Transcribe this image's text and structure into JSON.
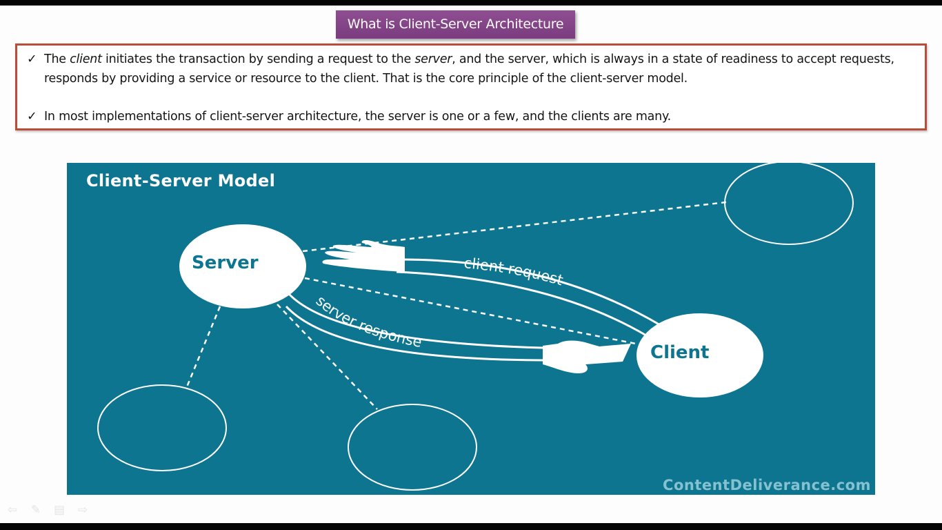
{
  "slide": {
    "title": "What is Client-Server Architecture",
    "bullets": [
      {
        "check": "✓",
        "parts": [
          {
            "text": "The ",
            "italic": false
          },
          {
            "text": "client",
            "italic": true
          },
          {
            "text": " initiates the transaction by sending a request to the ",
            "italic": false
          },
          {
            "text": "server",
            "italic": true
          },
          {
            "text": ", and the server, which is always in a state of readiness to accept requests, responds by providing a service or resource to the client. That is the core principle of the client-server model.",
            "italic": false
          }
        ]
      },
      {
        "check": "✓",
        "parts": [
          {
            "text": "In most implementations of client-server architecture, the server is one or a few, and the clients are many.",
            "italic": false
          }
        ]
      }
    ]
  },
  "diagram": {
    "title": "Client-Server Model",
    "server_label": "Server",
    "client_label": "Client",
    "request_label": "client request",
    "response_label": "server response",
    "watermark": "ContentDeliverance.com",
    "colors": {
      "background": "#0d7590",
      "foreground": "#ffffff",
      "watermark": "#86c1cf"
    }
  },
  "nav": {
    "icons": [
      {
        "name": "previous-slide-icon",
        "glyph": "⇦"
      },
      {
        "name": "pen-icon",
        "glyph": "✎"
      },
      {
        "name": "menu-icon",
        "glyph": "▤"
      },
      {
        "name": "next-slide-icon",
        "glyph": "⇨"
      }
    ]
  }
}
